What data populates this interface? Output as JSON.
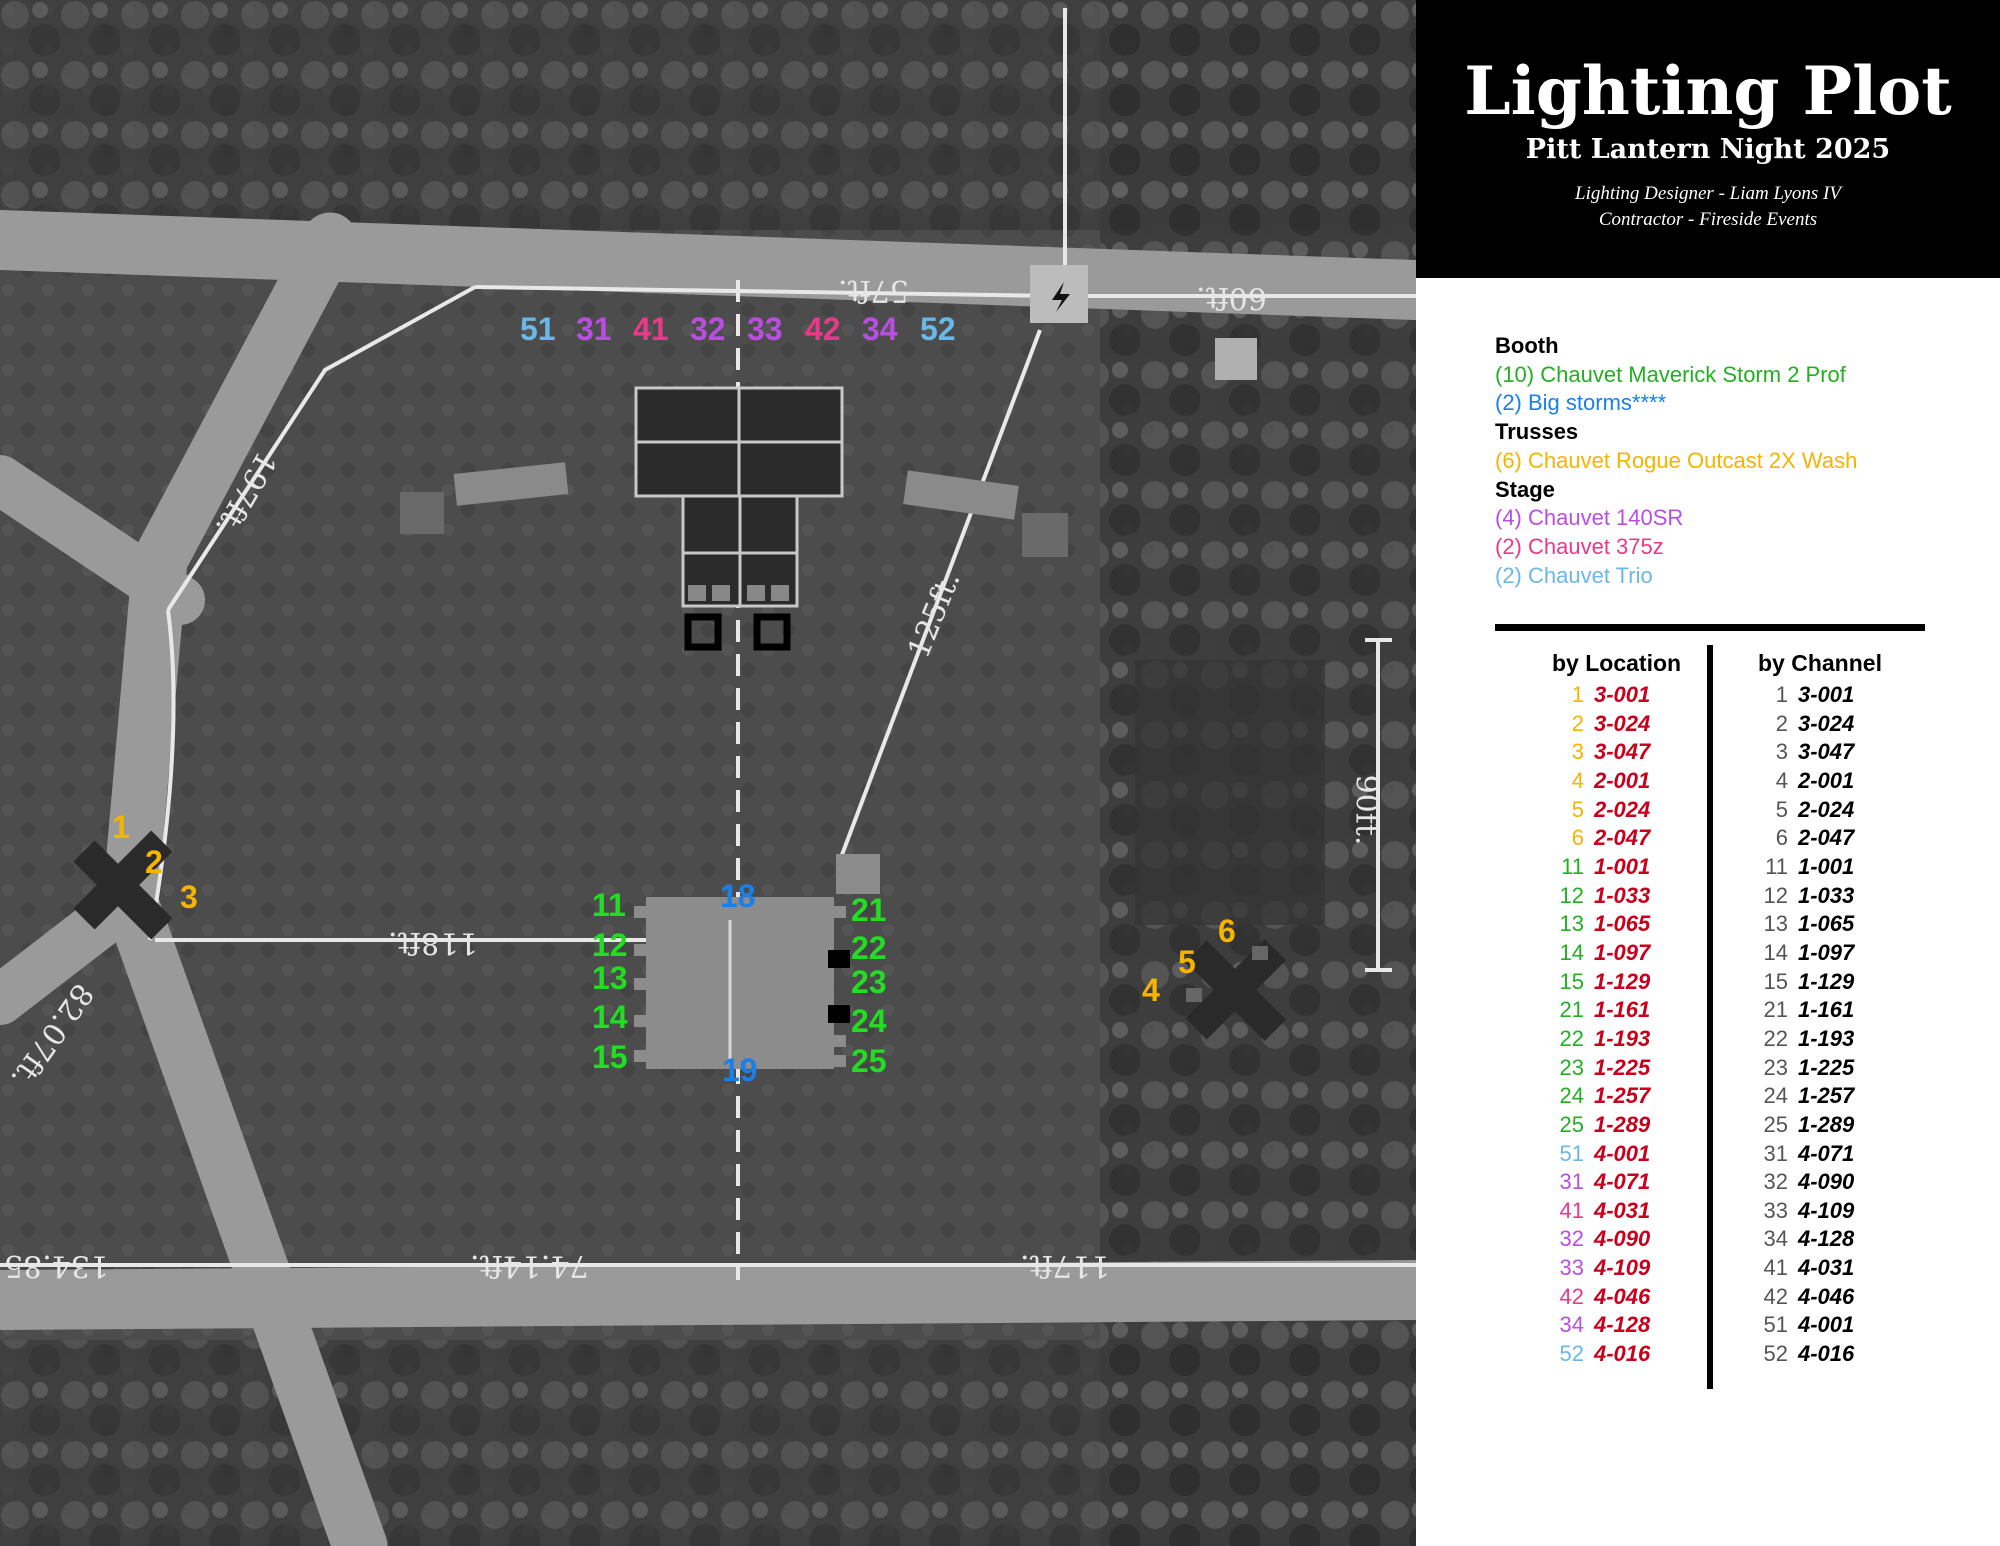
{
  "title": {
    "main": "Lighting Plot",
    "sub": "Pitt Lantern Night 2025",
    "designer": "Lighting Designer - Liam Lyons IV",
    "contractor": "Contractor - Fireside Events"
  },
  "colors": {
    "truss": "#f5b400",
    "booth": "#00cc00",
    "big_storm": "#1a7fe6",
    "rogue": "#f5b400",
    "sr140": "#b94ee0",
    "z375": "#e83a8a",
    "trio": "#6ab8e8",
    "location_value": "#c8001c",
    "channel_value": "#000000"
  },
  "legend": {
    "sections": [
      {
        "heading": "Booth",
        "items": [
          {
            "text": "(10) Chauvet Maverick Storm 2 Prof",
            "color": "#22b022"
          },
          {
            "text": "(2) Big storms****",
            "color": "#1a7fe6"
          }
        ]
      },
      {
        "heading": "Trusses",
        "items": [
          {
            "text": "(6) Chauvet Rogue Outcast 2X Wash",
            "color": "#f5b400"
          }
        ]
      },
      {
        "heading": "Stage",
        "items": [
          {
            "text": "(4) Chauvet 140SR",
            "color": "#b94ee0"
          },
          {
            "text": "(2) Chauvet 375z",
            "color": "#e83a8a"
          },
          {
            "text": "(2) Chauvet Trio",
            "color": "#6ab8e8"
          }
        ]
      }
    ]
  },
  "by_location": {
    "heading": "by Location",
    "rows": [
      {
        "n": "1",
        "v": "3-001",
        "c": "#f5b400"
      },
      {
        "n": "2",
        "v": "3-024",
        "c": "#f5b400"
      },
      {
        "n": "3",
        "v": "3-047",
        "c": "#f5b400"
      },
      {
        "n": "4",
        "v": "2-001",
        "c": "#f5b400"
      },
      {
        "n": "5",
        "v": "2-024",
        "c": "#f5b400"
      },
      {
        "n": "6",
        "v": "2-047",
        "c": "#f5b400"
      },
      {
        "n": "11",
        "v": "1-001",
        "c": "#22b022"
      },
      {
        "n": "12",
        "v": "1-033",
        "c": "#22b022"
      },
      {
        "n": "13",
        "v": "1-065",
        "c": "#22b022"
      },
      {
        "n": "14",
        "v": "1-097",
        "c": "#22b022"
      },
      {
        "n": "15",
        "v": "1-129",
        "c": "#22b022"
      },
      {
        "n": "21",
        "v": "1-161",
        "c": "#22b022"
      },
      {
        "n": "22",
        "v": "1-193",
        "c": "#22b022"
      },
      {
        "n": "23",
        "v": "1-225",
        "c": "#22b022"
      },
      {
        "n": "24",
        "v": "1-257",
        "c": "#22b022"
      },
      {
        "n": "25",
        "v": "1-289",
        "c": "#22b022"
      },
      {
        "n": "51",
        "v": "4-001",
        "c": "#6ab8e8"
      },
      {
        "n": "31",
        "v": "4-071",
        "c": "#b94ee0"
      },
      {
        "n": "41",
        "v": "4-031",
        "c": "#e83a8a"
      },
      {
        "n": "32",
        "v": "4-090",
        "c": "#b94ee0"
      },
      {
        "n": "33",
        "v": "4-109",
        "c": "#b94ee0"
      },
      {
        "n": "42",
        "v": "4-046",
        "c": "#e83a8a"
      },
      {
        "n": "34",
        "v": "4-128",
        "c": "#b94ee0"
      },
      {
        "n": "52",
        "v": "4-016",
        "c": "#6ab8e8"
      }
    ]
  },
  "by_channel": {
    "heading": "by Channel",
    "rows": [
      {
        "n": "1",
        "v": "3-001"
      },
      {
        "n": "2",
        "v": "3-024"
      },
      {
        "n": "3",
        "v": "3-047"
      },
      {
        "n": "4",
        "v": "2-001"
      },
      {
        "n": "5",
        "v": "2-024"
      },
      {
        "n": "6",
        "v": "2-047"
      },
      {
        "n": "11",
        "v": "1-001"
      },
      {
        "n": "12",
        "v": "1-033"
      },
      {
        "n": "13",
        "v": "1-065"
      },
      {
        "n": "14",
        "v": "1-097"
      },
      {
        "n": "15",
        "v": "1-129"
      },
      {
        "n": "21",
        "v": "1-161"
      },
      {
        "n": "22",
        "v": "1-193"
      },
      {
        "n": "23",
        "v": "1-225"
      },
      {
        "n": "24",
        "v": "1-257"
      },
      {
        "n": "25",
        "v": "1-289"
      },
      {
        "n": "31",
        "v": "4-071"
      },
      {
        "n": "32",
        "v": "4-090"
      },
      {
        "n": "33",
        "v": "4-109"
      },
      {
        "n": "34",
        "v": "4-128"
      },
      {
        "n": "41",
        "v": "4-031"
      },
      {
        "n": "42",
        "v": "4-046"
      },
      {
        "n": "51",
        "v": "4-001"
      },
      {
        "n": "52",
        "v": "4-016"
      }
    ]
  },
  "map": {
    "stage_labels": [
      {
        "text": "51",
        "color": "#6ab8e8"
      },
      {
        "text": "31",
        "color": "#b94ee0"
      },
      {
        "text": "41",
        "color": "#e83a8a"
      },
      {
        "text": "32",
        "color": "#b94ee0"
      },
      {
        "text": "33",
        "color": "#b94ee0"
      },
      {
        "text": "42",
        "color": "#e83a8a"
      },
      {
        "text": "34",
        "color": "#b94ee0"
      },
      {
        "text": "52",
        "color": "#6ab8e8"
      }
    ],
    "truss_left_labels": [
      "1",
      "2",
      "3"
    ],
    "truss_right_labels": [
      "4",
      "5",
      "6"
    ],
    "booth_left_labels": [
      "11",
      "12",
      "13",
      "14",
      "15"
    ],
    "booth_right_labels": [
      "21",
      "22",
      "23",
      "24",
      "25"
    ],
    "booth_storm_labels": [
      "18",
      "19"
    ],
    "dimensions": {
      "d57": "57ft.",
      "d60": "60ft.",
      "d197": "197ft.",
      "d125": "125ft.",
      "d118": "118ft.",
      "d90": "90ft.",
      "d82": "82.07ft.",
      "d134": "134.85",
      "d74": "74.14ft.",
      "d117": "117ft."
    }
  }
}
